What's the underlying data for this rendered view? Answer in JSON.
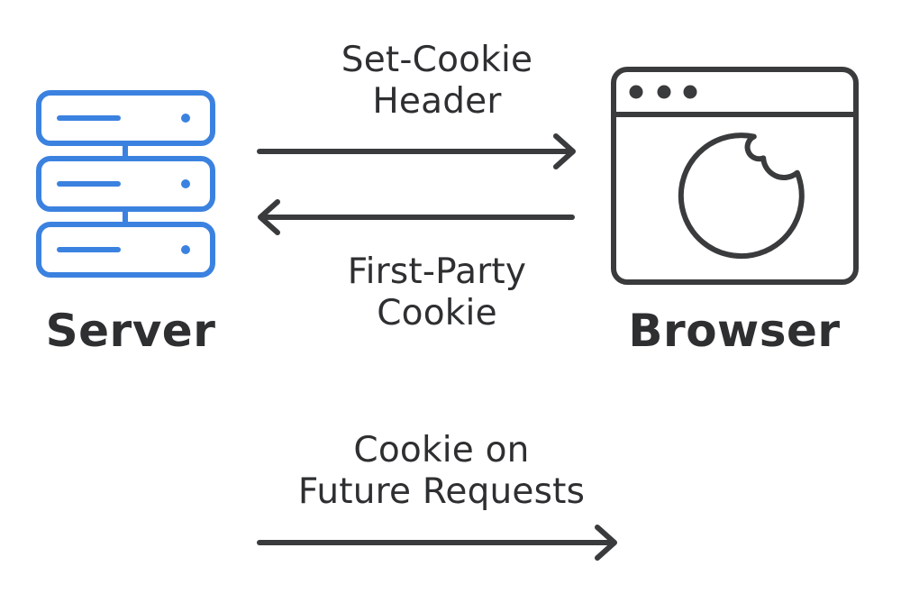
{
  "nodes": {
    "server": {
      "label": "Server",
      "icon": "server-rack-icon",
      "color": "#3b82e0"
    },
    "browser": {
      "label": "Browser",
      "icon": "browser-window-with-cookie-icon",
      "color": "#3a3b3d"
    }
  },
  "flows": [
    {
      "id": "set-cookie",
      "lines": [
        "Set-Cookie",
        "Header"
      ],
      "direction": "server-to-browser"
    },
    {
      "id": "first-party",
      "lines": [
        "First-Party",
        "Cookie"
      ],
      "direction": "browser-to-server"
    },
    {
      "id": "future-requests",
      "lines": [
        "Cookie on",
        "Future Requests"
      ],
      "direction": "left-to-right"
    }
  ],
  "colors": {
    "arrow": "#3a3b3d",
    "text": "#2e2f31",
    "server_accent": "#3b82e0"
  }
}
